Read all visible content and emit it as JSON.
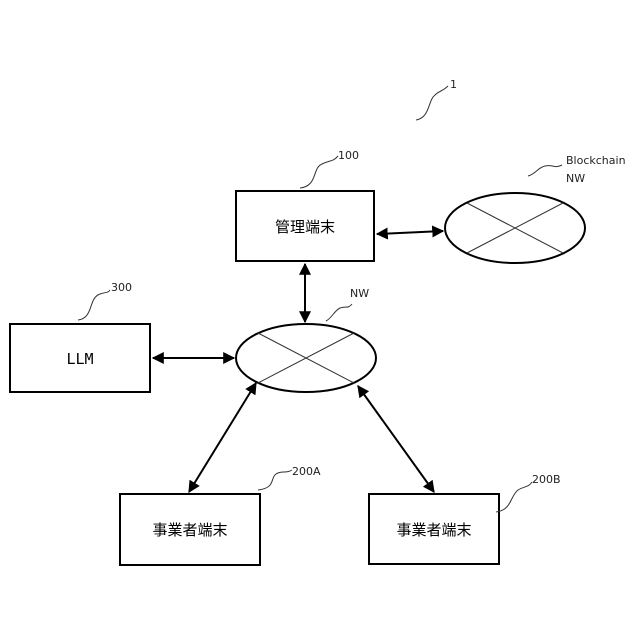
{
  "system_ref": "1",
  "management_terminal": {
    "label": "管理端末",
    "ref": "100"
  },
  "blockchain": {
    "label_line1": "Blockchain",
    "label_line2": "NW"
  },
  "network": {
    "label": "NW"
  },
  "llm": {
    "label": "LLM",
    "ref": "300"
  },
  "business_terminal_a": {
    "label": "事業者端末",
    "ref": "200A"
  },
  "business_terminal_b": {
    "label": "事業者端末",
    "ref": "200B"
  },
  "colors": {
    "line": "#000000",
    "background": "#ffffff"
  }
}
